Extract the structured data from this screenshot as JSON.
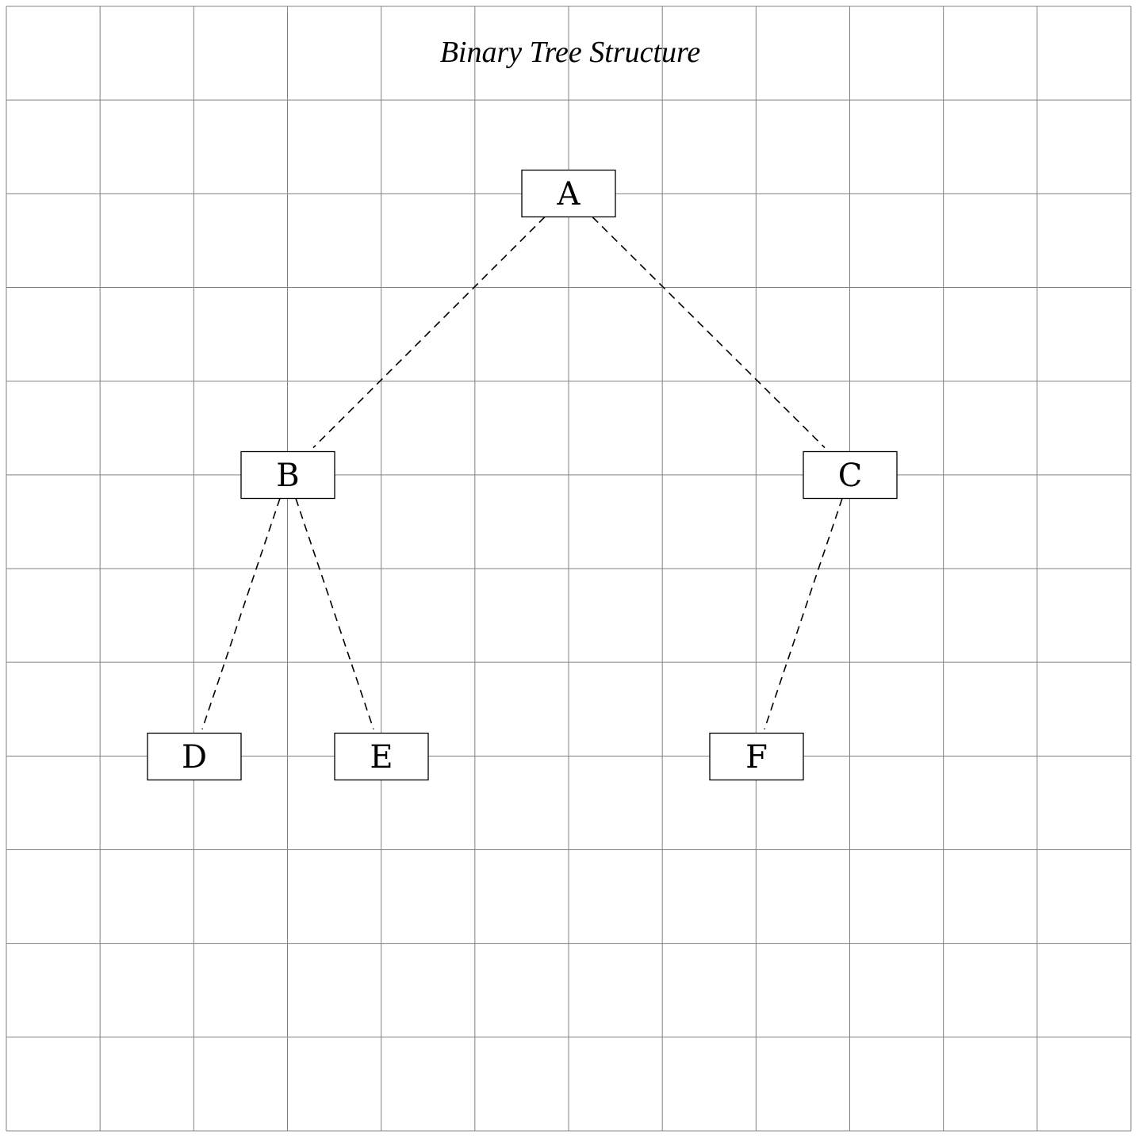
{
  "title": "Binary Tree Structure",
  "nodes": [
    {
      "id": "A",
      "label": "A"
    },
    {
      "id": "B",
      "label": "B"
    },
    {
      "id": "C",
      "label": "C"
    },
    {
      "id": "D",
      "label": "D"
    },
    {
      "id": "E",
      "label": "E"
    },
    {
      "id": "F",
      "label": "F"
    }
  ],
  "edges": [
    {
      "from": "A",
      "to": "B"
    },
    {
      "from": "A",
      "to": "C"
    },
    {
      "from": "B",
      "to": "D"
    },
    {
      "from": "B",
      "to": "E"
    },
    {
      "from": "C",
      "to": "F"
    }
  ],
  "colors": {
    "grid": "#808080",
    "line": "#000000",
    "background": "#ffffff"
  }
}
